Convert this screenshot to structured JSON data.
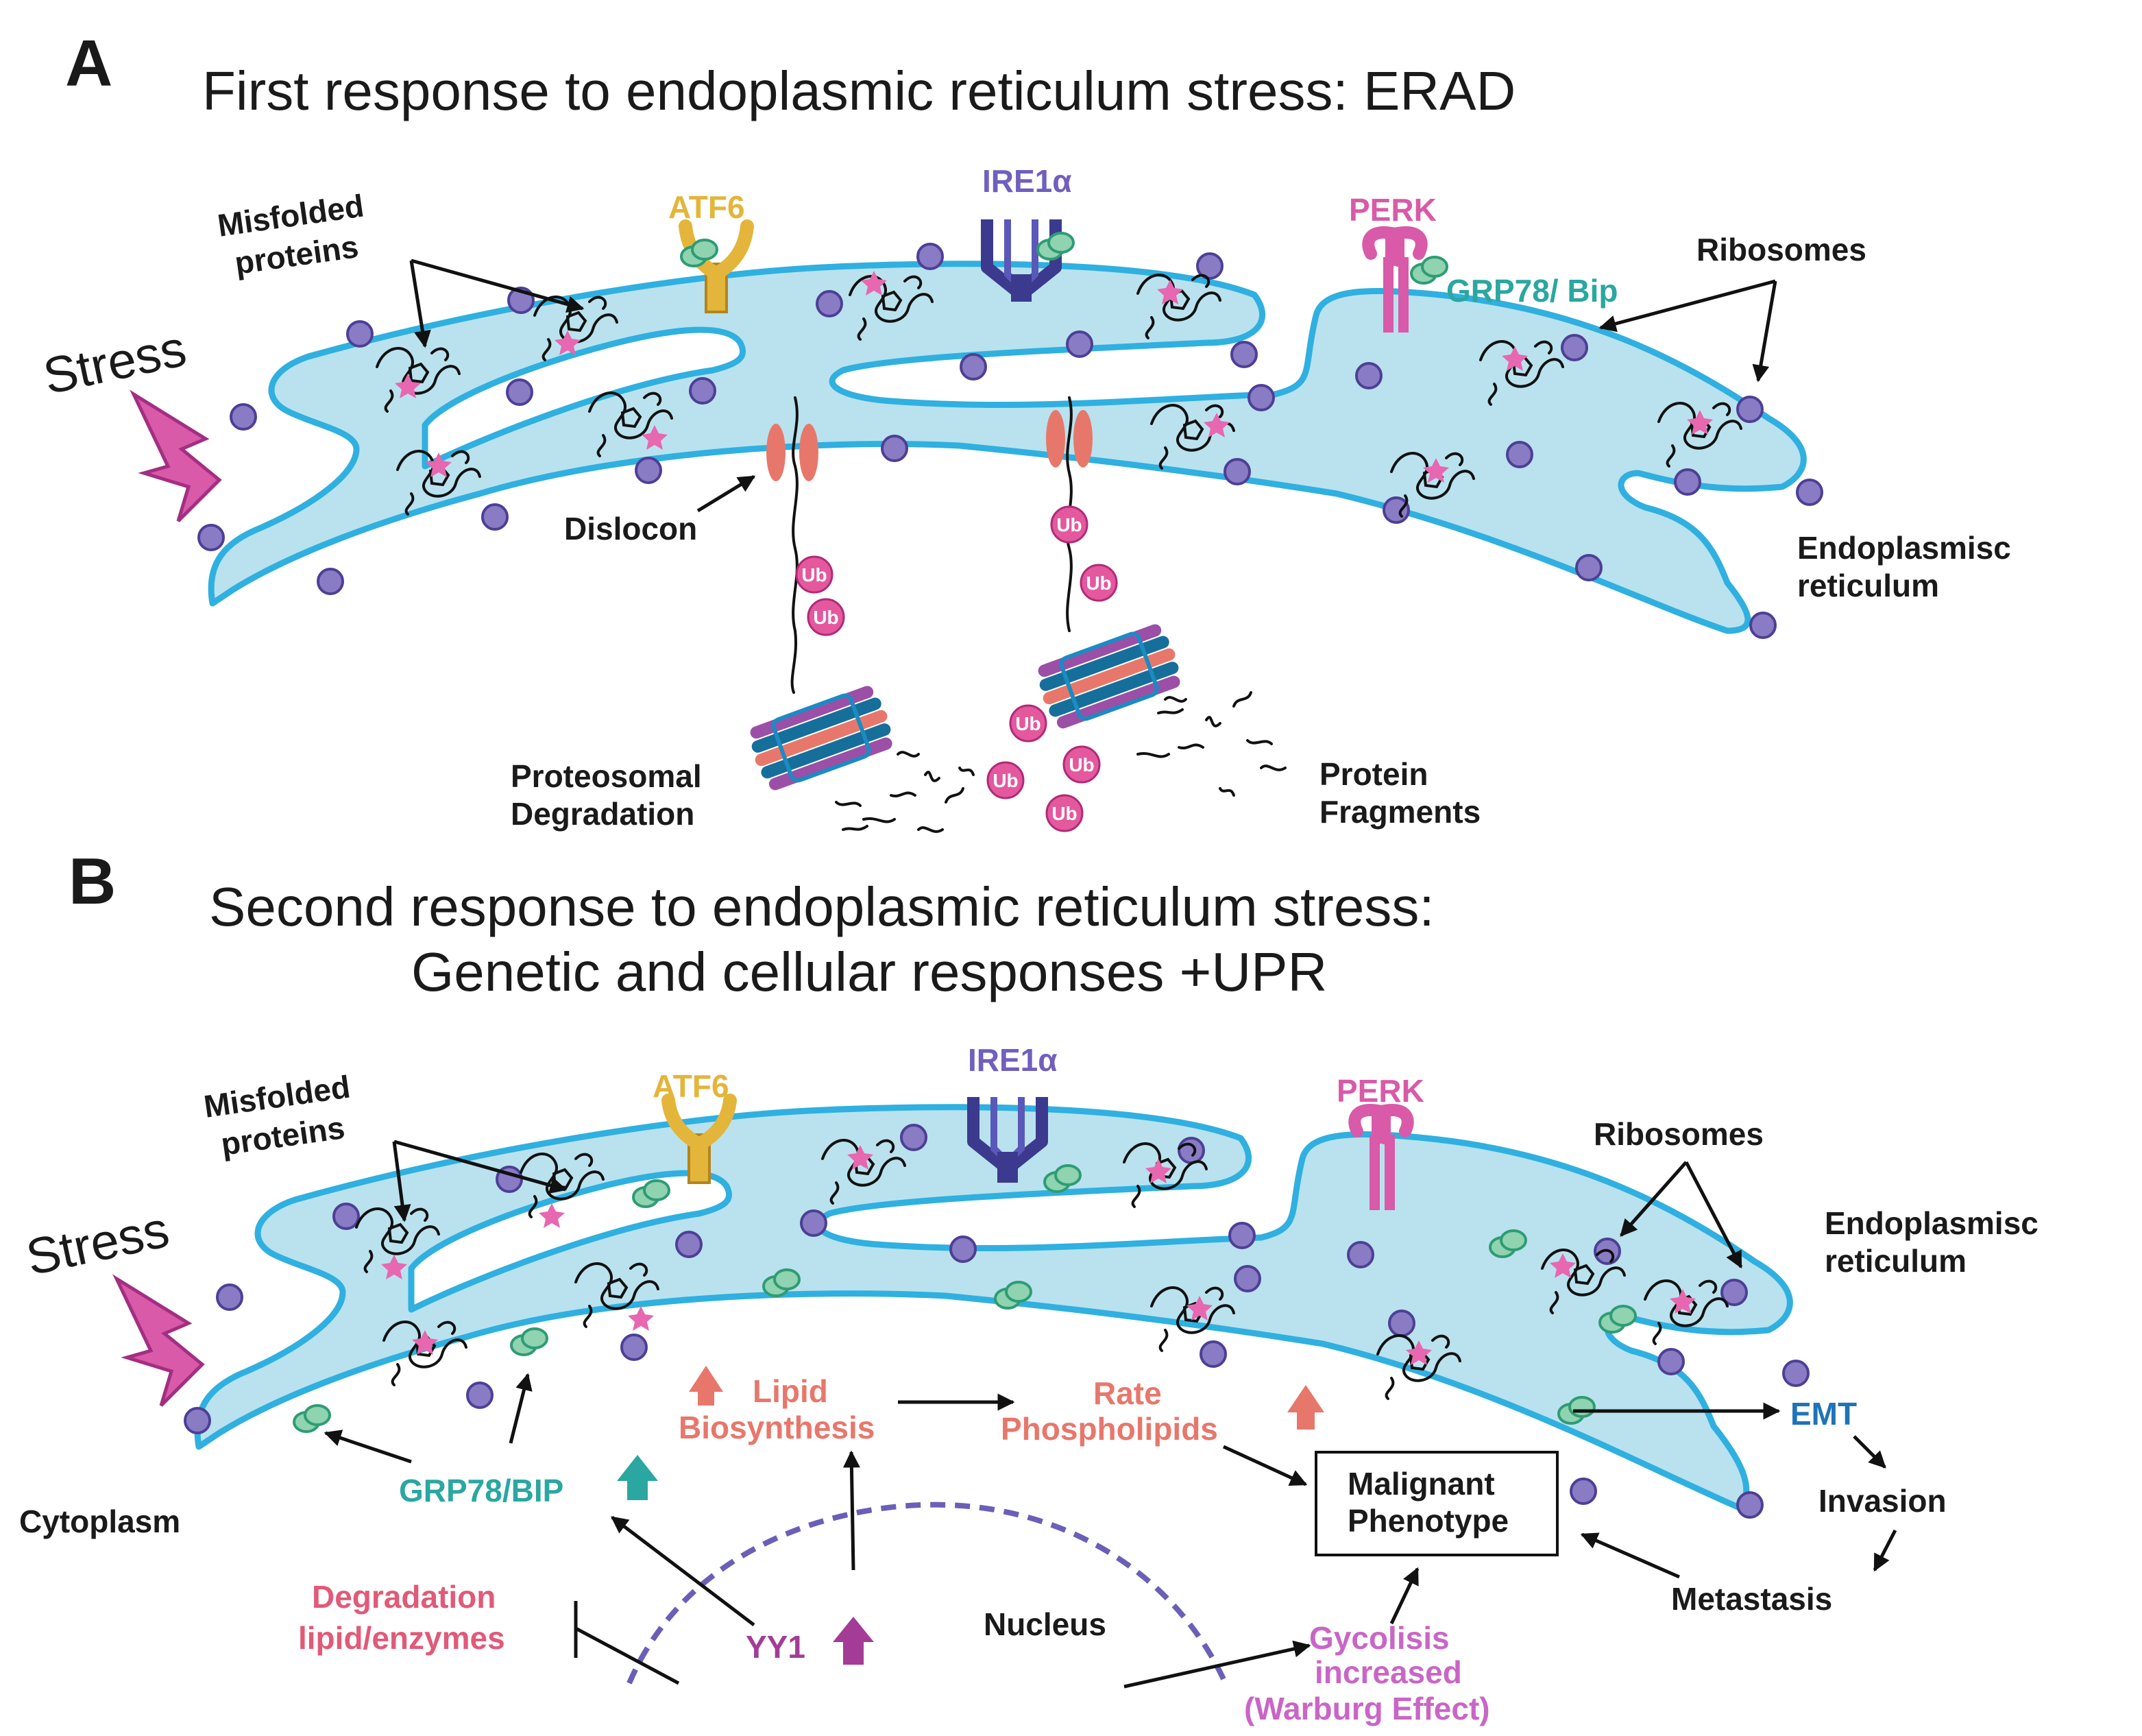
{
  "panel_a": {
    "letter": "A",
    "title": "First response to endoplasmic reticulum stress: ERAD",
    "stress": "Stress",
    "misfolded_line1": "Misfolded",
    "misfolded_line2": "proteins",
    "atf6": "ATF6",
    "ire1a": "IRE1α",
    "perk": "PERK",
    "grp78": "GRP78/ Bip",
    "ribosomes": "Ribosomes",
    "dislocon": "Dislocon",
    "er_line1": "Endoplasmisc",
    "er_line2": "reticulum",
    "proteo_line1": "Proteosomal",
    "proteo_line2": "Degradation",
    "frag_line1": "Protein",
    "frag_line2": "Fragments",
    "ub": "Ub"
  },
  "panel_b": {
    "letter": "B",
    "title_line1": "Second response to endoplasmic reticulum stress:",
    "title_line2": "Genetic and cellular responses +UPR",
    "stress": "Stress",
    "misfolded_line1": "Misfolded",
    "misfolded_line2": "proteins",
    "atf6": "ATF6",
    "ire1a": "IRE1α",
    "perk": "PERK",
    "ribosomes": "Ribosomes",
    "er_line1": "Endoplasmisc",
    "er_line2": "reticulum",
    "lipid_line1": "Lipid",
    "lipid_line2": "Biosynthesis",
    "rate_line1": "Rate",
    "rate_line2": "Phospholipids",
    "emt": "EMT",
    "invasion": "Invasion",
    "metastasis": "Metastasis",
    "malignant_line1": "Malignant",
    "malignant_line2": "Phenotype",
    "cytoplasm": "Cytoplasm",
    "grp78bip": "GRP78/BIP",
    "degradation_line1": "Degradation",
    "degradation_line2": "lipid/enzymes",
    "yy1": "YY1",
    "nucleus": "Nucleus",
    "gly_line1": "Gycolisis",
    "gly_line2": "increased",
    "gly_line3": "(Warburg Effect)"
  },
  "colors": {
    "er_fill": "#b9e2ee",
    "er_stroke": "#2fb0e0",
    "ribosome": "#8a7cc4",
    "atf6": "#e3b53a",
    "ire1a": "#3b3a8f",
    "perk": "#d85aa8",
    "grp78": "#2aa7a0",
    "salmon": "#e8776b",
    "yy1": "#a43c97",
    "ub": "#e4589e",
    "emt": "#1f73b7",
    "warburg": "#c966c5",
    "degradation": "#e15a78"
  }
}
